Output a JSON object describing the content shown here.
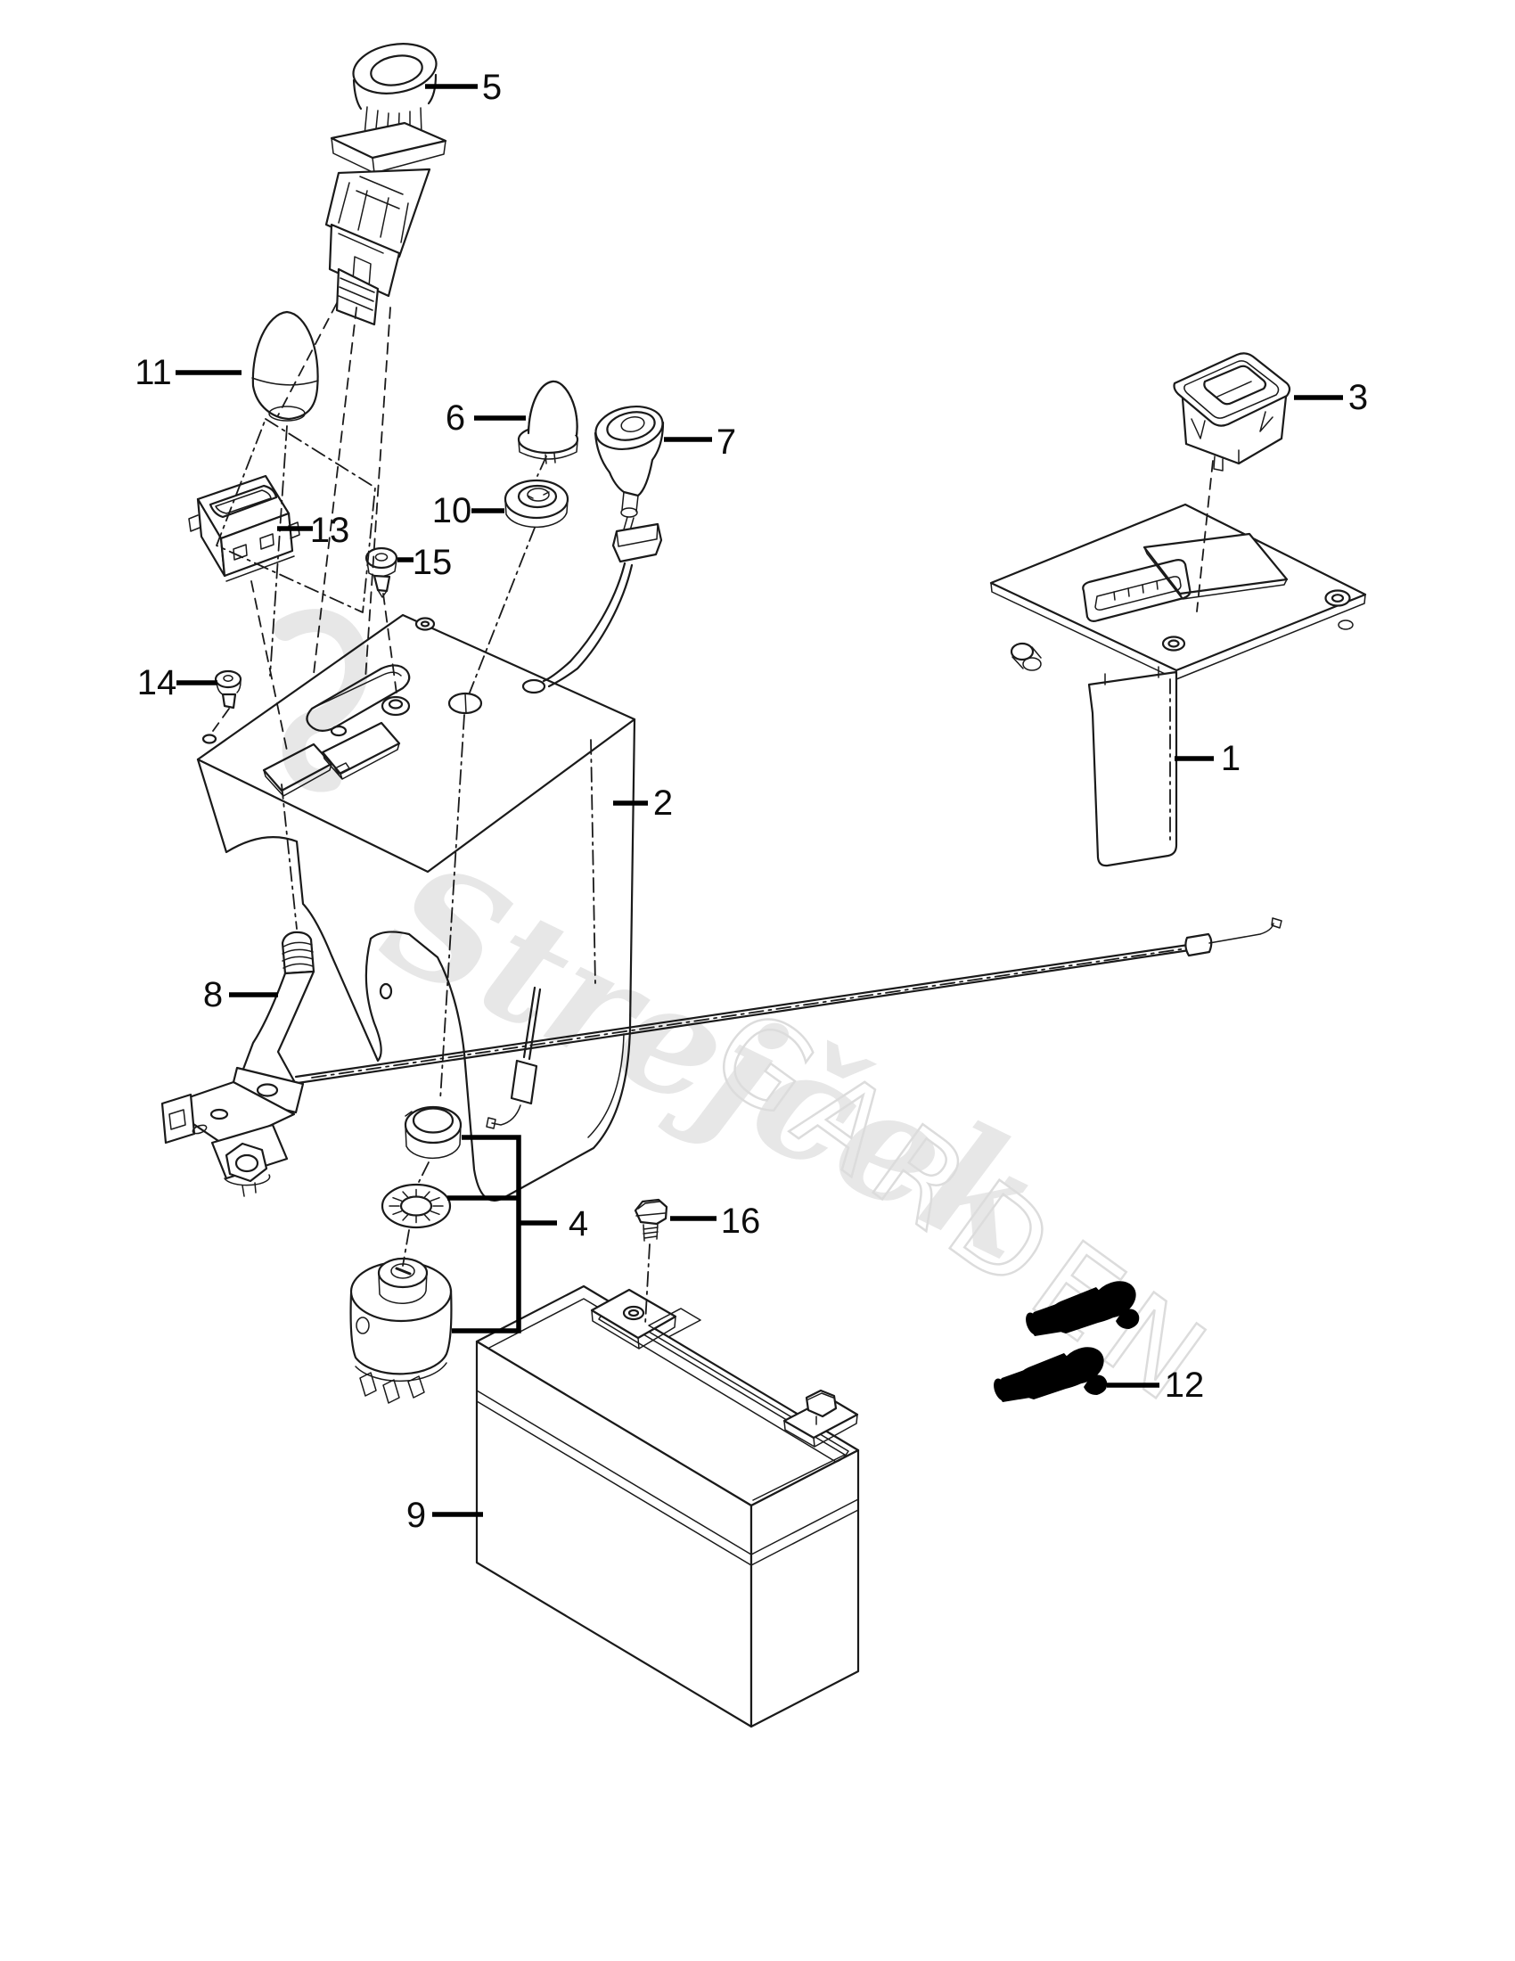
{
  "watermark": {
    "brand": "Strejček",
    "collection": "GARDEN"
  },
  "colors": {
    "background": "#ffffff",
    "line_art": "#1a1a1a",
    "callout_text": "#0d0d0d",
    "leader": "#000000",
    "watermark_script": "#e7e7e7",
    "watermark_caps_outline": "#dcdcdc"
  },
  "callouts": [
    {
      "label": "1"
    },
    {
      "label": "2"
    },
    {
      "label": "3"
    },
    {
      "label": "4"
    },
    {
      "label": "5"
    },
    {
      "label": "6"
    },
    {
      "label": "7"
    },
    {
      "label": "8"
    },
    {
      "label": "9"
    },
    {
      "label": "10"
    },
    {
      "label": "11"
    },
    {
      "label": "12"
    },
    {
      "label": "13"
    },
    {
      "label": "14"
    },
    {
      "label": "15"
    },
    {
      "label": "16"
    }
  ]
}
